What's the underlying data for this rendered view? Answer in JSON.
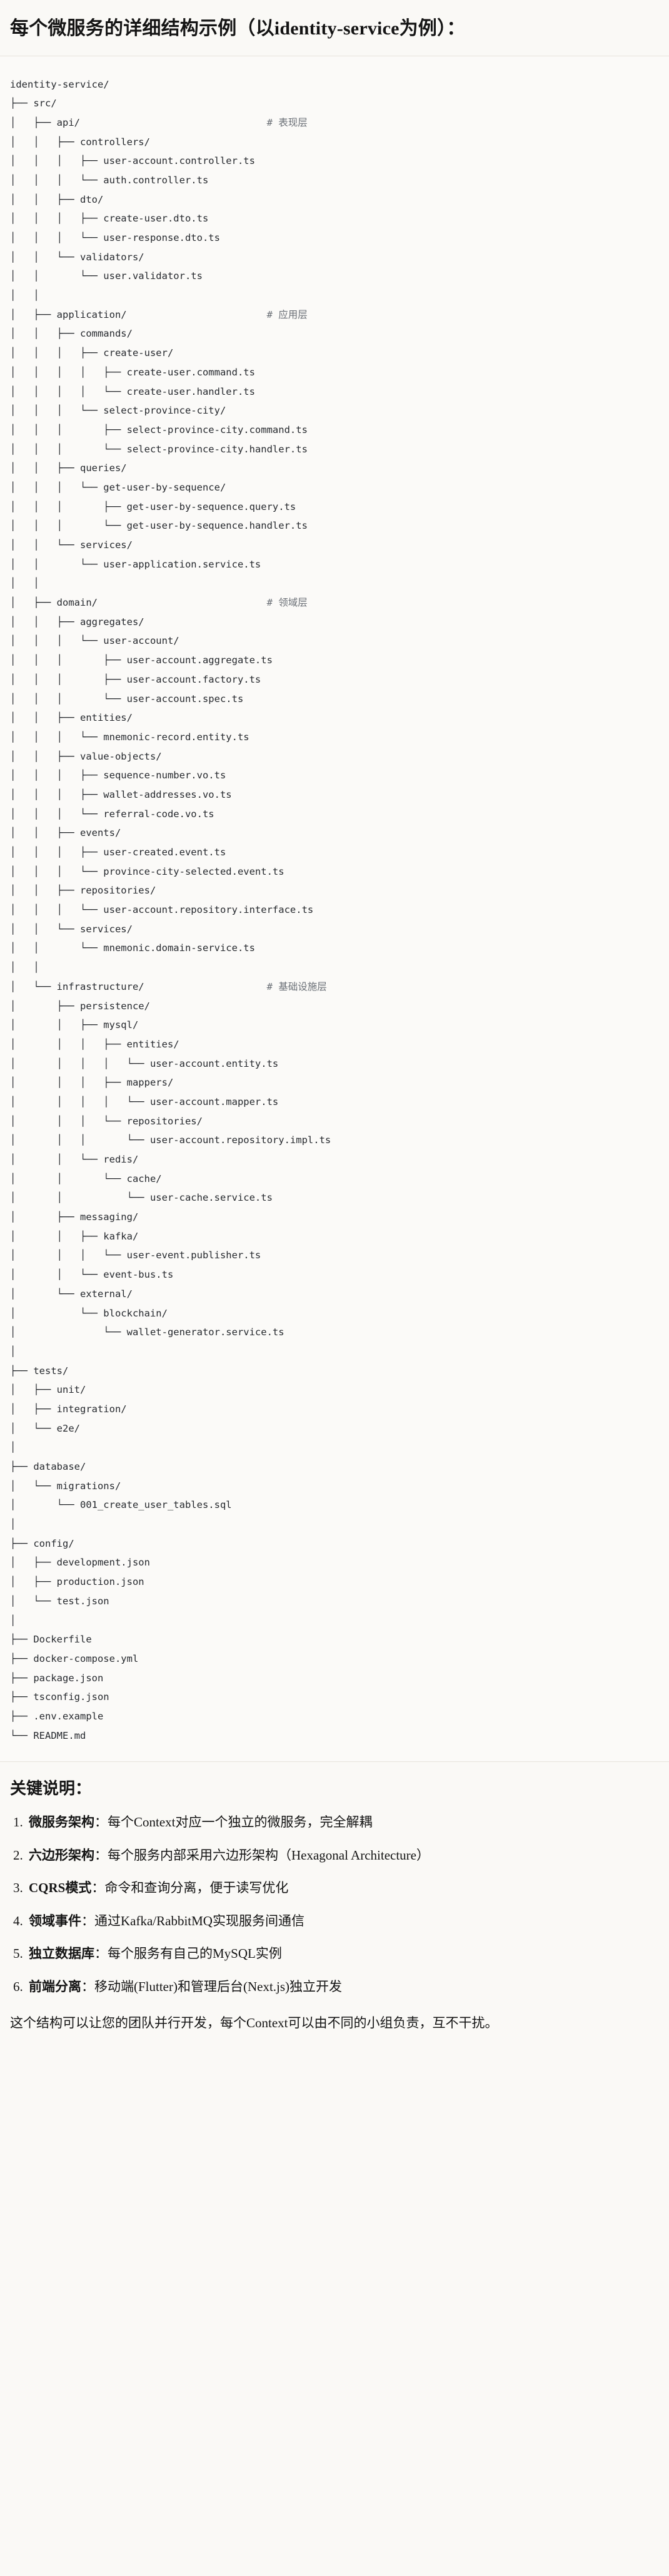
{
  "title": "每个微服务的详细结构示例（以identity-service为例）：",
  "tree": {
    "root_label": "identity-service/",
    "lines": [
      {
        "prefix": "",
        "name": "identity-service/",
        "comment": ""
      },
      {
        "prefix": "├── ",
        "name": "src/",
        "comment": ""
      },
      {
        "prefix": "│   ├── ",
        "name": "api/",
        "comment": "# 表现层"
      },
      {
        "prefix": "│   │   ├── ",
        "name": "controllers/",
        "comment": ""
      },
      {
        "prefix": "│   │   │   ├── ",
        "name": "user-account.controller.ts",
        "comment": ""
      },
      {
        "prefix": "│   │   │   └── ",
        "name": "auth.controller.ts",
        "comment": ""
      },
      {
        "prefix": "│   │   ├── ",
        "name": "dto/",
        "comment": ""
      },
      {
        "prefix": "│   │   │   ├── ",
        "name": "create-user.dto.ts",
        "comment": ""
      },
      {
        "prefix": "│   │   │   └── ",
        "name": "user-response.dto.ts",
        "comment": ""
      },
      {
        "prefix": "│   │   └── ",
        "name": "validators/",
        "comment": ""
      },
      {
        "prefix": "│   │       └── ",
        "name": "user.validator.ts",
        "comment": ""
      },
      {
        "prefix": "│   │",
        "name": "",
        "comment": ""
      },
      {
        "prefix": "│   ├── ",
        "name": "application/",
        "comment": "# 应用层"
      },
      {
        "prefix": "│   │   ├── ",
        "name": "commands/",
        "comment": ""
      },
      {
        "prefix": "│   │   │   ├── ",
        "name": "create-user/",
        "comment": ""
      },
      {
        "prefix": "│   │   │   │   ├── ",
        "name": "create-user.command.ts",
        "comment": ""
      },
      {
        "prefix": "│   │   │   │   └── ",
        "name": "create-user.handler.ts",
        "comment": ""
      },
      {
        "prefix": "│   │   │   └── ",
        "name": "select-province-city/",
        "comment": ""
      },
      {
        "prefix": "│   │   │       ├── ",
        "name": "select-province-city.command.ts",
        "comment": ""
      },
      {
        "prefix": "│   │   │       └── ",
        "name": "select-province-city.handler.ts",
        "comment": ""
      },
      {
        "prefix": "│   │   ├── ",
        "name": "queries/",
        "comment": ""
      },
      {
        "prefix": "│   │   │   └── ",
        "name": "get-user-by-sequence/",
        "comment": ""
      },
      {
        "prefix": "│   │   │       ├── ",
        "name": "get-user-by-sequence.query.ts",
        "comment": ""
      },
      {
        "prefix": "│   │   │       └── ",
        "name": "get-user-by-sequence.handler.ts",
        "comment": ""
      },
      {
        "prefix": "│   │   └── ",
        "name": "services/",
        "comment": ""
      },
      {
        "prefix": "│   │       └── ",
        "name": "user-application.service.ts",
        "comment": ""
      },
      {
        "prefix": "│   │",
        "name": "",
        "comment": ""
      },
      {
        "prefix": "│   ├── ",
        "name": "domain/",
        "comment": "# 领域层"
      },
      {
        "prefix": "│   │   ├── ",
        "name": "aggregates/",
        "comment": ""
      },
      {
        "prefix": "│   │   │   └── ",
        "name": "user-account/",
        "comment": ""
      },
      {
        "prefix": "│   │   │       ├── ",
        "name": "user-account.aggregate.ts",
        "comment": ""
      },
      {
        "prefix": "│   │   │       ├── ",
        "name": "user-account.factory.ts",
        "comment": ""
      },
      {
        "prefix": "│   │   │       └── ",
        "name": "user-account.spec.ts",
        "comment": ""
      },
      {
        "prefix": "│   │   ├── ",
        "name": "entities/",
        "comment": ""
      },
      {
        "prefix": "│   │   │   └── ",
        "name": "mnemonic-record.entity.ts",
        "comment": ""
      },
      {
        "prefix": "│   │   ├── ",
        "name": "value-objects/",
        "comment": ""
      },
      {
        "prefix": "│   │   │   ├── ",
        "name": "sequence-number.vo.ts",
        "comment": ""
      },
      {
        "prefix": "│   │   │   ├── ",
        "name": "wallet-addresses.vo.ts",
        "comment": ""
      },
      {
        "prefix": "│   │   │   └── ",
        "name": "referral-code.vo.ts",
        "comment": ""
      },
      {
        "prefix": "│   │   ├── ",
        "name": "events/",
        "comment": ""
      },
      {
        "prefix": "│   │   │   ├── ",
        "name": "user-created.event.ts",
        "comment": ""
      },
      {
        "prefix": "│   │   │   └── ",
        "name": "province-city-selected.event.ts",
        "comment": ""
      },
      {
        "prefix": "│   │   ├── ",
        "name": "repositories/",
        "comment": ""
      },
      {
        "prefix": "│   │   │   └── ",
        "name": "user-account.repository.interface.ts",
        "comment": ""
      },
      {
        "prefix": "│   │   └── ",
        "name": "services/",
        "comment": ""
      },
      {
        "prefix": "│   │       └── ",
        "name": "mnemonic.domain-service.ts",
        "comment": ""
      },
      {
        "prefix": "│   │",
        "name": "",
        "comment": ""
      },
      {
        "prefix": "│   └── ",
        "name": "infrastructure/",
        "comment": "# 基础设施层"
      },
      {
        "prefix": "│       ├── ",
        "name": "persistence/",
        "comment": ""
      },
      {
        "prefix": "│       │   ├── ",
        "name": "mysql/",
        "comment": ""
      },
      {
        "prefix": "│       │   │   ├── ",
        "name": "entities/",
        "comment": ""
      },
      {
        "prefix": "│       │   │   │   └── ",
        "name": "user-account.entity.ts",
        "comment": ""
      },
      {
        "prefix": "│       │   │   ├── ",
        "name": "mappers/",
        "comment": ""
      },
      {
        "prefix": "│       │   │   │   └── ",
        "name": "user-account.mapper.ts",
        "comment": ""
      },
      {
        "prefix": "│       │   │   └── ",
        "name": "repositories/",
        "comment": ""
      },
      {
        "prefix": "│       │   │       └── ",
        "name": "user-account.repository.impl.ts",
        "comment": ""
      },
      {
        "prefix": "│       │   └── ",
        "name": "redis/",
        "comment": ""
      },
      {
        "prefix": "│       │       └── ",
        "name": "cache/",
        "comment": ""
      },
      {
        "prefix": "│       │           └── ",
        "name": "user-cache.service.ts",
        "comment": ""
      },
      {
        "prefix": "│       ├── ",
        "name": "messaging/",
        "comment": ""
      },
      {
        "prefix": "│       │   ├── ",
        "name": "kafka/",
        "comment": ""
      },
      {
        "prefix": "│       │   │   └── ",
        "name": "user-event.publisher.ts",
        "comment": ""
      },
      {
        "prefix": "│       │   └── ",
        "name": "event-bus.ts",
        "comment": ""
      },
      {
        "prefix": "│       └── ",
        "name": "external/",
        "comment": ""
      },
      {
        "prefix": "│           └── ",
        "name": "blockchain/",
        "comment": ""
      },
      {
        "prefix": "│               └── ",
        "name": "wallet-generator.service.ts",
        "comment": ""
      },
      {
        "prefix": "│",
        "name": "",
        "comment": ""
      },
      {
        "prefix": "├── ",
        "name": "tests/",
        "comment": ""
      },
      {
        "prefix": "│   ├── ",
        "name": "unit/",
        "comment": ""
      },
      {
        "prefix": "│   ├── ",
        "name": "integration/",
        "comment": ""
      },
      {
        "prefix": "│   └── ",
        "name": "e2e/",
        "comment": ""
      },
      {
        "prefix": "│",
        "name": "",
        "comment": ""
      },
      {
        "prefix": "├── ",
        "name": "database/",
        "comment": ""
      },
      {
        "prefix": "│   └── ",
        "name": "migrations/",
        "comment": ""
      },
      {
        "prefix": "│       └── ",
        "name": "001_create_user_tables.sql",
        "comment": ""
      },
      {
        "prefix": "│",
        "name": "",
        "comment": ""
      },
      {
        "prefix": "├── ",
        "name": "config/",
        "comment": ""
      },
      {
        "prefix": "│   ├── ",
        "name": "development.json",
        "comment": ""
      },
      {
        "prefix": "│   ├── ",
        "name": "production.json",
        "comment": ""
      },
      {
        "prefix": "│   └── ",
        "name": "test.json",
        "comment": ""
      },
      {
        "prefix": "│",
        "name": "",
        "comment": ""
      },
      {
        "prefix": "├── ",
        "name": "Dockerfile",
        "comment": ""
      },
      {
        "prefix": "├── ",
        "name": "docker-compose.yml",
        "comment": ""
      },
      {
        "prefix": "├── ",
        "name": "package.json",
        "comment": ""
      },
      {
        "prefix": "├── ",
        "name": "tsconfig.json",
        "comment": ""
      },
      {
        "prefix": "├── ",
        "name": ".env.example",
        "comment": ""
      },
      {
        "prefix": "└── ",
        "name": "README.md",
        "comment": ""
      }
    ],
    "comment_column": 44
  },
  "notes": {
    "heading": "关键说明：",
    "items": [
      {
        "term": "微服务架构",
        "sep": "：",
        "body": "每个Context对应一个独立的微服务，完全解耦"
      },
      {
        "term": "六边形架构",
        "sep": "：",
        "body": "每个服务内部采用六边形架构（Hexagonal Architecture）"
      },
      {
        "term": "CQRS模式",
        "sep": "：",
        "body": "命令和查询分离，便于读写优化"
      },
      {
        "term": "领域事件",
        "sep": "：",
        "body": "通过Kafka/RabbitMQ实现服务间通信"
      },
      {
        "term": "独立数据库",
        "sep": "：",
        "body": "每个服务有自己的MySQL实例"
      },
      {
        "term": "前端分离",
        "sep": "：",
        "body": "移动端(Flutter)和管理后台(Next.js)独立开发"
      }
    ],
    "closing": "这个结构可以让您的团队并行开发，每个Context可以由不同的小组负责，互不干扰。"
  },
  "colors": {
    "page_bg": "#faf9f6",
    "code_bg": "#fbfaf8",
    "text": "#1a1a1a",
    "comment": "#6a6f76",
    "divider": "#e6e3dc"
  }
}
